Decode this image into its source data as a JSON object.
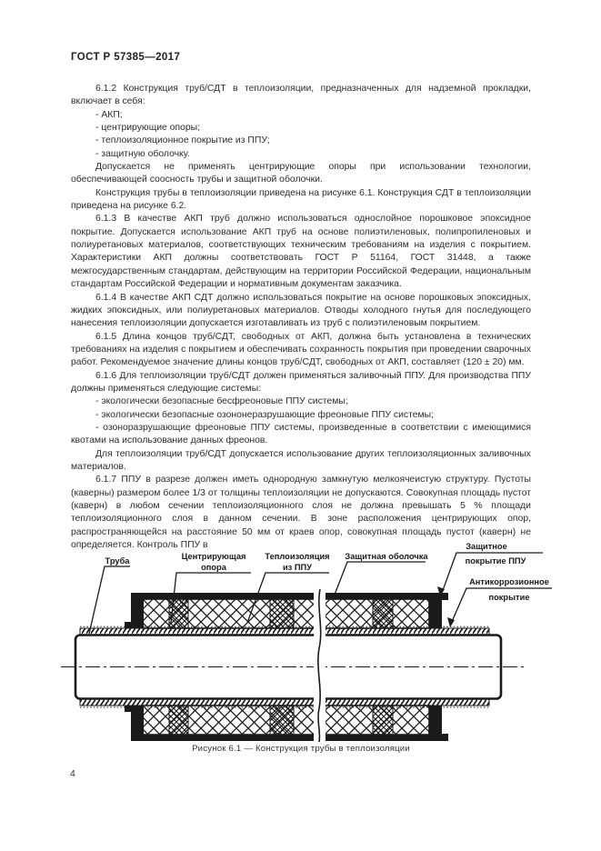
{
  "header": {
    "title": "ГОСТ Р 57385—2017"
  },
  "colors": {
    "ink": "#2a2a2a",
    "figure_line": "#1a1a1a",
    "page_bg": "#ffffff"
  },
  "paragraphs": [
    {
      "text": "6.1.2  Конструкция труб/СДТ в теплоизоляции, предназначенных для надземной прокладки, включает в себя:"
    },
    {
      "text": "-  АКП;"
    },
    {
      "text": "-  центрирующие опоры;"
    },
    {
      "text": "-  теплоизоляционное покрытие из ППУ;"
    },
    {
      "text": "-  защитную оболочку."
    },
    {
      "text": "Допускается не применять центрирующие опоры при использовании технологии, обеспечивающей соосность трубы и защитной оболочки."
    },
    {
      "text": "Конструкция трубы в теплоизоляции приведена на рисунке 6.1. Конструкция СДТ в теплоизоляции приведена на рисунке 6.2."
    },
    {
      "text": "6.1.3  В качестве АКП труб должно использоваться однослойное порошковое эпоксидное покрытие. Допускается использование АКП труб на основе полиэтиленовых, полипропиленовых и полиуретановых материалов, соответствующих техническим требованиям на изделия с покрытием. Характеристики АКП должны соответствовать ГОСТ Р 51164, ГОСТ 31448, а также межгосударственным стандартам, действующим на территории Российской Федерации, национальным стандартам Российской Федерации и нормативным документам заказчика."
    },
    {
      "text": "6.1.4  В качестве АКП СДТ должно использоваться покрытие на основе порошковых эпоксидных, жидких эпоксидных, или полиуретановых материалов. Отводы холодного гнутья для последующего нанесения теплоизоляции допускается изготавливать из труб с полиэтиленовым покрытием."
    },
    {
      "text": "6.1.5  Длина концов труб/СДТ, свободных от АКП, должна быть установлена в технических требованиях на изделия с покрытием и обеспечивать сохранность покрытия при проведении сварочных работ. Рекомендуемое значение длины концов труб/СДТ, свободных от АКП, составляет (120 ± 20) мм."
    },
    {
      "text": "6.1.6  Для теплоизоляции труб/СДТ должен применяться заливочный ППУ. Для производства ППУ должны применяться следующие системы:"
    },
    {
      "text": "-  экологически безопасные бесфреоновые ППУ системы;"
    },
    {
      "text": "-  экологически безопасные озононеразрушающие фреоновые ППУ системы;"
    },
    {
      "text": "-  озоноразрушающие фреоновые ППУ системы, произведенные в соответствии с имеющимися квотами на использование данных фреонов."
    },
    {
      "text": "Для теплоизоляции труб/СДТ допускается использование других теплоизоляционных заливочных материалов."
    },
    {
      "text": "6.1.7  ППУ в разрезе должен иметь однородную замкнутую мелкоячеистую структуру. Пустоты (каверны) размером более 1/3 от толщины теплоизоляции не допускаются. Совокупная площадь пустот (каверн) в любом сечении теплоизоляционного слоя не должна превышать 5 % площади теплоизоляционного слоя в данном сечении. В зоне расположения центрирующих опор, распространяющейся на расстояние 50 мм от краев опор, совокупная площадь пустот (каверн) не определяется. Контроль ППУ в"
    }
  ],
  "figure": {
    "labels": {
      "pipe": "Труба",
      "support_line1": "Центрирующая",
      "support_line2": "опора",
      "insulation_line1": "Теплоизоляция",
      "insulation_line2": "из ППУ",
      "shell": "Защитная оболочка",
      "ppu_cover_line1": "Защитное",
      "ppu_cover_line2": "покрытие ППУ",
      "anticorrosion_line1": "Антикоррозионное",
      "anticorrosion_line2": "покрытие"
    },
    "caption": "Рисунок 6.1 — Конструкция трубы в теплоизоляции"
  },
  "footer": {
    "page_number": "4"
  }
}
